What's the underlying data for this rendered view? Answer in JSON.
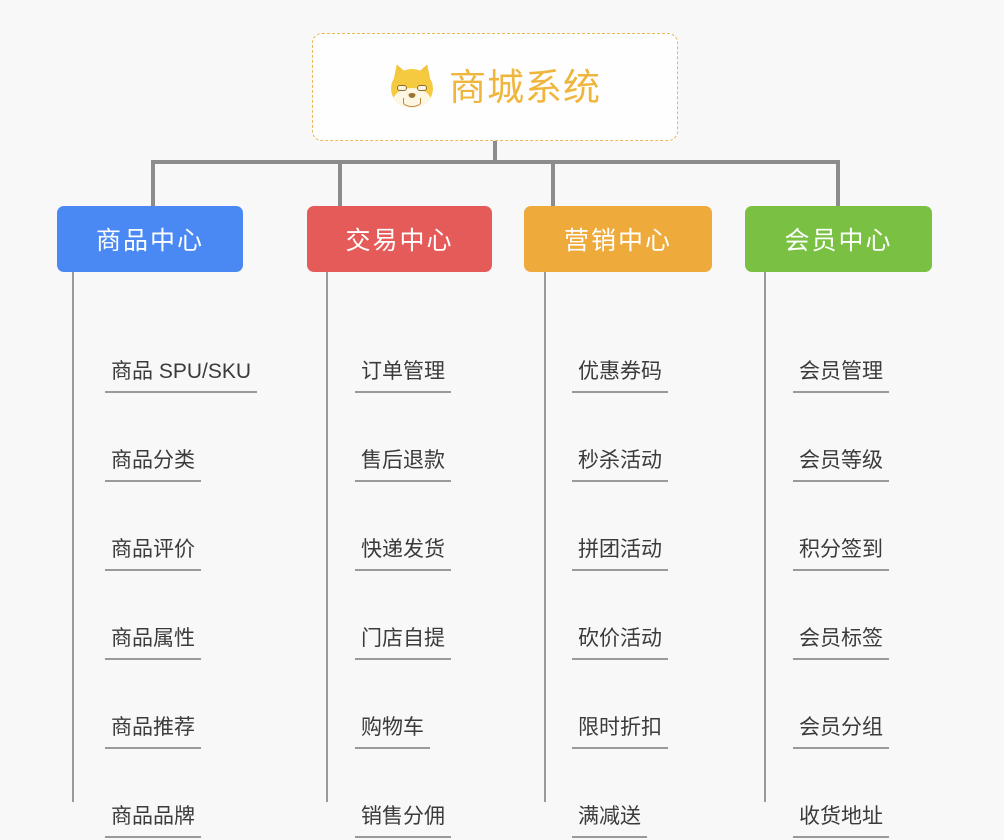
{
  "page": {
    "background_color": "#f8f8f8",
    "line_color": "#8c8c8c",
    "leaf_text_color": "#3b3b3b"
  },
  "root": {
    "title": "商城系统",
    "icon": "shiba-dog-emoji",
    "text_color": "#f0b53c",
    "border_color": "#e8b858",
    "background_color": "#fefefe"
  },
  "categories": [
    {
      "label": "商品中心",
      "color": "#4a89f3",
      "items": [
        "商品 SPU/SKU",
        "商品分类",
        "商品评价",
        "商品属性",
        "商品推荐",
        "商品品牌"
      ]
    },
    {
      "label": "交易中心",
      "color": "#e45b59",
      "items": [
        "订单管理",
        "售后退款",
        "快递发货",
        "门店自提",
        "购物车",
        "销售分佣"
      ]
    },
    {
      "label": "营销中心",
      "color": "#eeab3c",
      "items": [
        "优惠券码",
        "秒杀活动",
        "拼团活动",
        "砍价活动",
        "限时折扣",
        "满减送"
      ]
    },
    {
      "label": "会员中心",
      "color": "#79c043",
      "items": [
        "会员管理",
        "会员等级",
        "积分签到",
        "会员标签",
        "会员分组",
        "收货地址"
      ]
    }
  ]
}
